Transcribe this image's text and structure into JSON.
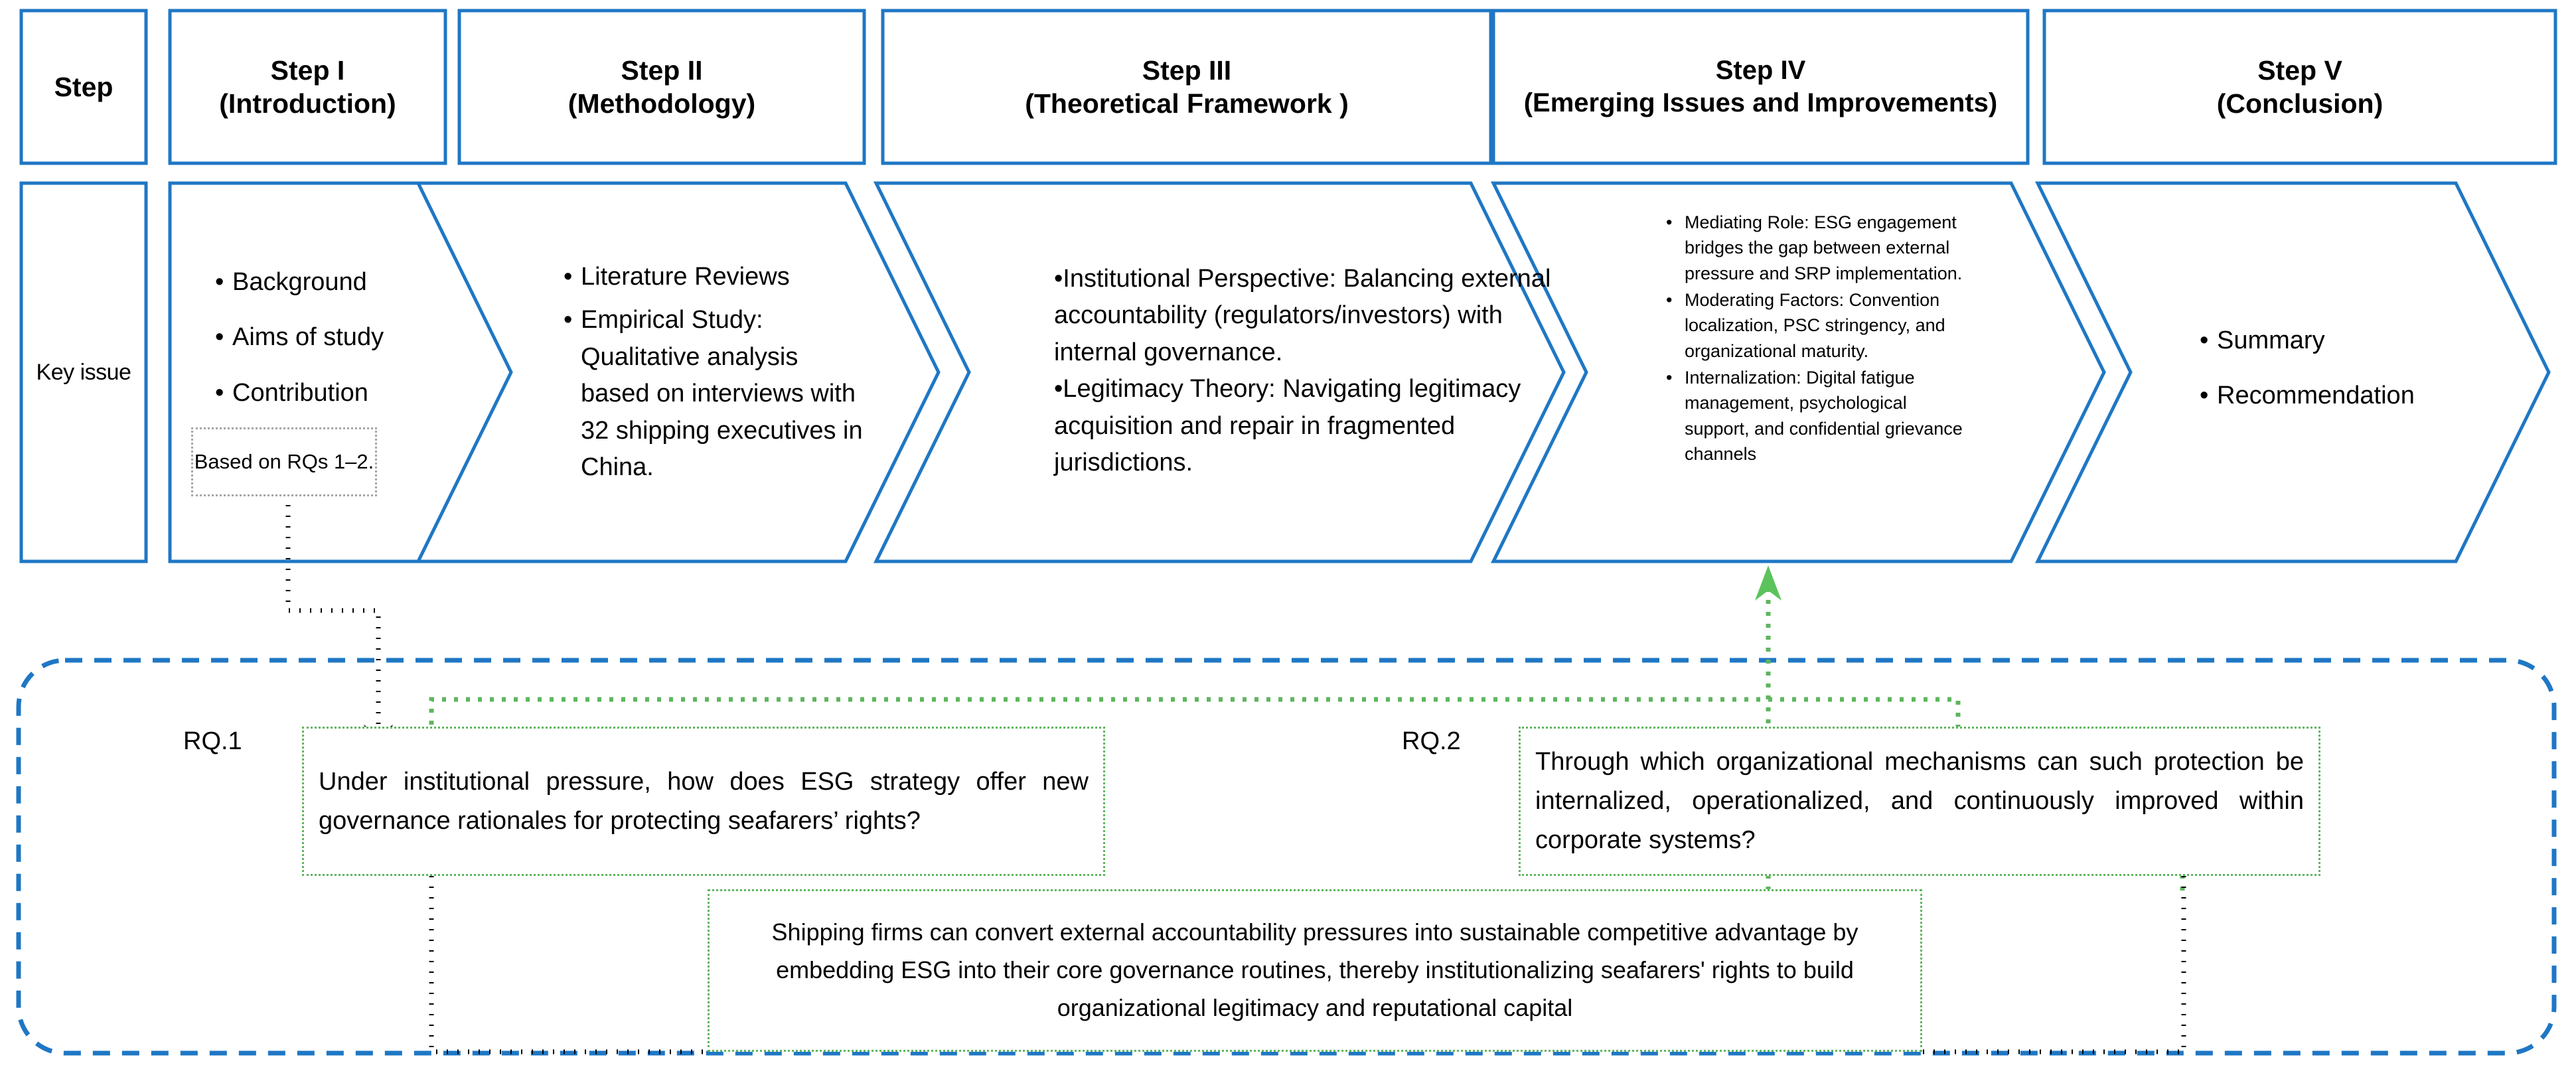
{
  "colors": {
    "process_blue": "#1f77c4",
    "green_dotted": "#5fb55f",
    "grey_dotted": "#a6a6a6",
    "black": "#000000"
  },
  "row_labels": {
    "step": "Step",
    "key_issue": "Key issue"
  },
  "steps": [
    {
      "id": "step-1",
      "title": "Step I",
      "subtitle": "(Introduction)"
    },
    {
      "id": "step-2",
      "title": "Step II",
      "subtitle": "(Methodology)"
    },
    {
      "id": "step-3",
      "title": "Step III",
      "subtitle": "(Theoretical Framework )"
    },
    {
      "id": "step-4",
      "title": "Step IV",
      "subtitle": "(Emerging Issues and Improvements)"
    },
    {
      "id": "step-5",
      "title": "Step V",
      "subtitle": "(Conclusion)"
    }
  ],
  "key_issues": {
    "step_1": {
      "bullets": [
        "Background",
        "Aims of study",
        "Contribution"
      ],
      "note": "Based on RQs 1–2."
    },
    "step_2": {
      "bullets": [
        "Literature Reviews",
        "Empirical Study: Qualitative analysis based on interviews with 32 shipping executives in China."
      ]
    },
    "step_3": {
      "lines": [
        "•Institutional Perspective: Balancing external accountability (regulators/investors) with internal governance.",
        "•Legitimacy Theory: Navigating legitimacy acquisition and repair in fragmented jurisdictions."
      ]
    },
    "step_4": {
      "bullets": [
        " Mediating Role: ESG engagement bridges the gap between external pressure and SRP implementation.",
        "Moderating Factors: Convention localization, PSC stringency, and organizational maturity.",
        "Internalization: Digital fatigue management, psychological support, and confidential grievance channels"
      ]
    },
    "step_5": {
      "bullets": [
        "Summary",
        "Recommendation"
      ]
    }
  },
  "research": {
    "rq1_label": "RQ.1",
    "rq1_text": "Under institutional pressure, how does ESG strategy offer new governance rationales for protecting seafarers’ rights?",
    "rq2_label": "RQ.2",
    "rq2_text": "Through which organizational mechanisms can such protection be internalized, operationalized, and continuously improved within corporate systems?",
    "hypothesis_text": "Shipping firms can convert external accountability pressures into sustainable competitive advantage by embedding ESG into their core governance routines, thereby institutionalizing seafarers' rights to build organizational legitimacy and reputational capital"
  }
}
